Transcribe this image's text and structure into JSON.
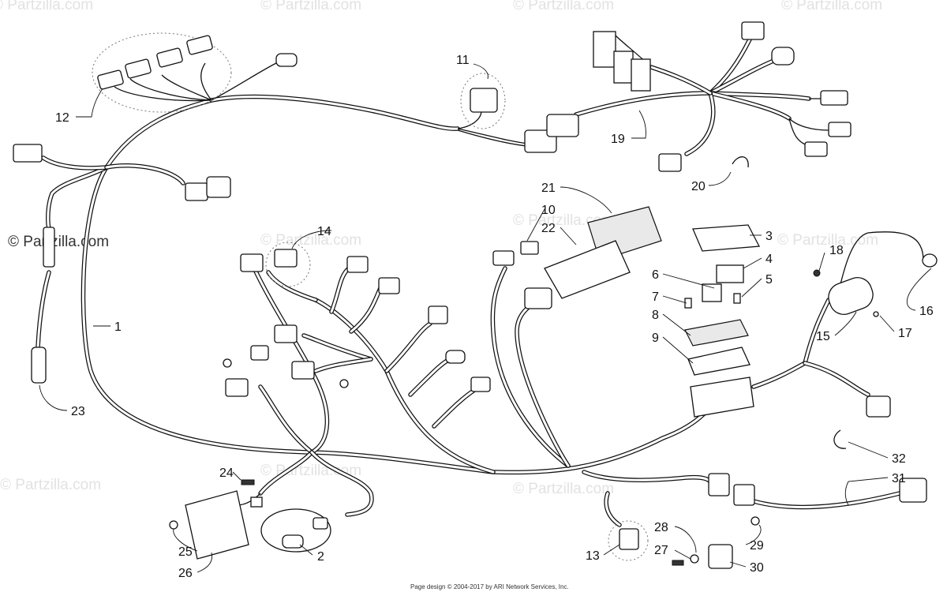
{
  "watermarks": [
    "© Partzilla.com",
    "© Partzilla.com",
    "© Partzilla.com",
    "© Partzilla.com",
    "© Partzilla.com",
    "© Partzilla.com",
    "© Partzilla.com",
    "© Partzilla.com",
    "© Partzilla.com",
    "© Partzilla.com"
  ],
  "watermark_main": "© Partzilla.com",
  "footer": "Page design © 2004-2017 by ARI Network Services, Inc.",
  "callouts": {
    "c1": "1",
    "c2": "2",
    "c3": "3",
    "c4": "4",
    "c5": "5",
    "c6": "6",
    "c7": "7",
    "c8": "8",
    "c9": "9",
    "c10": "10",
    "c11": "11",
    "c12": "12",
    "c13": "13",
    "c14": "14",
    "c15": "15",
    "c16": "16",
    "c17": "17",
    "c18": "18",
    "c19": "19",
    "c20": "20",
    "c21": "21",
    "c22": "22",
    "c23": "23",
    "c24": "24",
    "c25": "25",
    "c26": "26",
    "c27": "27",
    "c28": "28",
    "c29": "29",
    "c30": "30",
    "c31": "31",
    "c32": "32"
  }
}
